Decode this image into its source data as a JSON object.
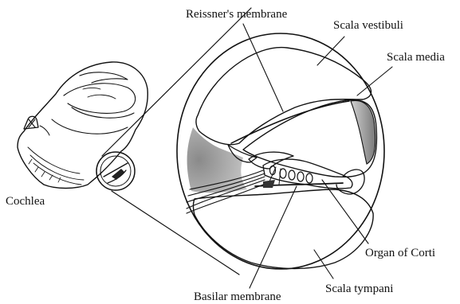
{
  "labels": {
    "reissners_membrane": "Reissner's membrane",
    "scala_vestibuli": "Scala vestibuli",
    "scala_media": "Scala media",
    "cochlea": "Cochlea",
    "organ_of_corti": "Organ of Corti",
    "basilar_membrane": "Basilar membrane",
    "scala_tympani": "Scala tympani"
  },
  "colors": {
    "ink": "#111111",
    "shading": "#9a9a9a",
    "background": "#ffffff"
  }
}
